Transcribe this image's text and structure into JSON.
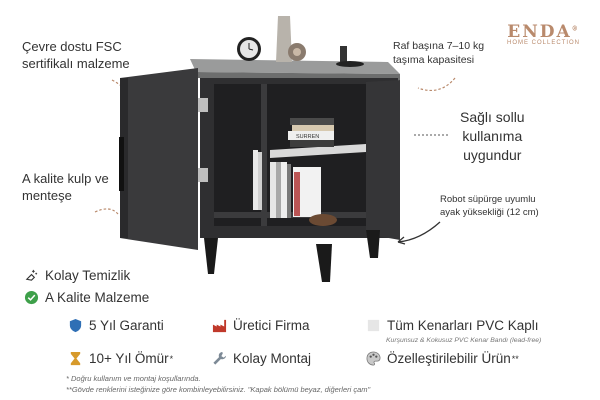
{
  "brand": {
    "name": "ENDA",
    "reg": "®",
    "tagline": "HOME COLLECTION"
  },
  "callouts": {
    "fsc_line1": "Çevre dostu FSC",
    "fsc_line2": "sertifikalı malzeme",
    "shelf_line1": "Raf başına 7–10 kg",
    "shelf_line2": "taşıma kapasitesi",
    "reversible_line1": "Sağlı sollu",
    "reversible_line2": "kullanıma",
    "reversible_line3": "uygundur",
    "handle_line1": "A kalite kulp ve",
    "handle_line2": "menteşe",
    "robot_line1": "Robot süpürge uyumlu",
    "robot_line2": "ayak yüksekliği (12 cm)"
  },
  "features": {
    "easy_clean": "Kolay Temizlik",
    "quality_material": "A Kalite Malzeme",
    "warranty": "5 Yıl Garanti",
    "manufacturer": "Üretici Firma",
    "pvc_edges": "Tüm Kenarları PVC Kaplı",
    "pvc_sub": "Kurşunsuz & Kokusuz PVC Kenar Bandı (lead-free)",
    "lifetime": "10+ Yıl Ömür",
    "lifetime_mark": "*",
    "assembly": "Kolay Montaj",
    "customizable": "Özelleştirilebilir Ürün",
    "customizable_mark": "**"
  },
  "footnotes": {
    "note1": "* Doğru kullanım ve montaj koşullarında.",
    "note2": "**Gövde renklerini isteğinize göre kombinleyebilirsiniz. \"Kapak bölümü beyaz, diğerleri çam\""
  },
  "book_spine": "SURREN",
  "colors": {
    "body": "#2f2f31",
    "top": "#8a8b8b",
    "accent": "#b98a6c",
    "shield": "#2f6fb5",
    "factory": "#c0392b",
    "check": "#3ea04a"
  }
}
